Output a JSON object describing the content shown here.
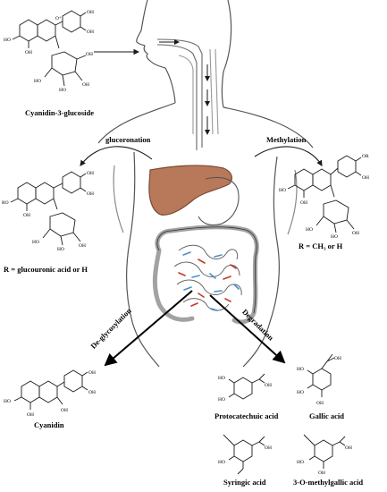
{
  "labels": {
    "c3g": "Cyanidin-3-glucoside",
    "gluc": "glucoronation",
    "methyl": "Methylation",
    "r_left": "R = glucouronic acid or H",
    "r_right": "R = CH₃ or H",
    "deglyc": "De-glycosylation",
    "degrad": "Degradation",
    "cyanidin": "Cyanidin",
    "protocat": "Protocatechuic acid",
    "gallic": "Gallic acid",
    "syringic": "Syringic acid",
    "omg": "3-O-methylgallic acid"
  },
  "colors": {
    "liver": "#b8795a",
    "liver_edge": "#7a4a32",
    "ink": "#1a1a1a",
    "sketch": "#777777",
    "microbe_blue": "#4a90c8",
    "microbe_red": "#c0392b"
  }
}
